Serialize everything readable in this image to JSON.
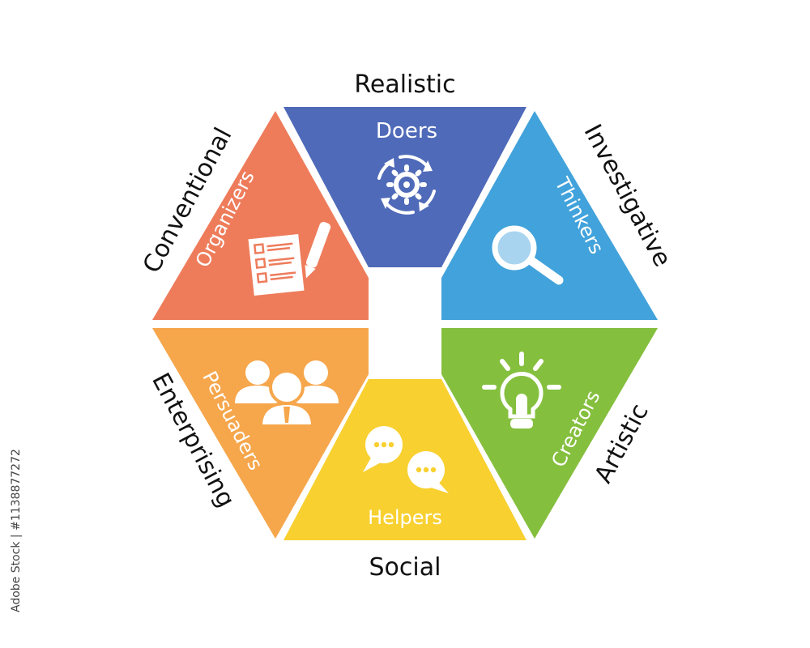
{
  "diagram": {
    "segments": [
      {
        "id": "realistic",
        "category": "Realistic",
        "role": "Doers",
        "color": "#4f6ab8",
        "icon": "gears-cycle-icon"
      },
      {
        "id": "investigative",
        "category": "Investigative",
        "role": "Thinkers",
        "color": "#42a2db",
        "icon": "magnifier-icon"
      },
      {
        "id": "artistic",
        "category": "Artistic",
        "role": "Creators",
        "color": "#85bf3e",
        "icon": "lightbulb-icon"
      },
      {
        "id": "social",
        "category": "Social",
        "role": "Helpers",
        "color": "#f8d030",
        "icon": "speech-bubbles-icon"
      },
      {
        "id": "enterprising",
        "category": "Enterprising",
        "role": "Persuaders",
        "color": "#f6a64b",
        "icon": "people-group-icon"
      },
      {
        "id": "conventional",
        "category": "Conventional",
        "role": "Organizers",
        "color": "#ee7c5b",
        "icon": "checklist-pen-icon"
      }
    ]
  },
  "watermark": {
    "text": "Adobe Stock | #1138877272"
  }
}
